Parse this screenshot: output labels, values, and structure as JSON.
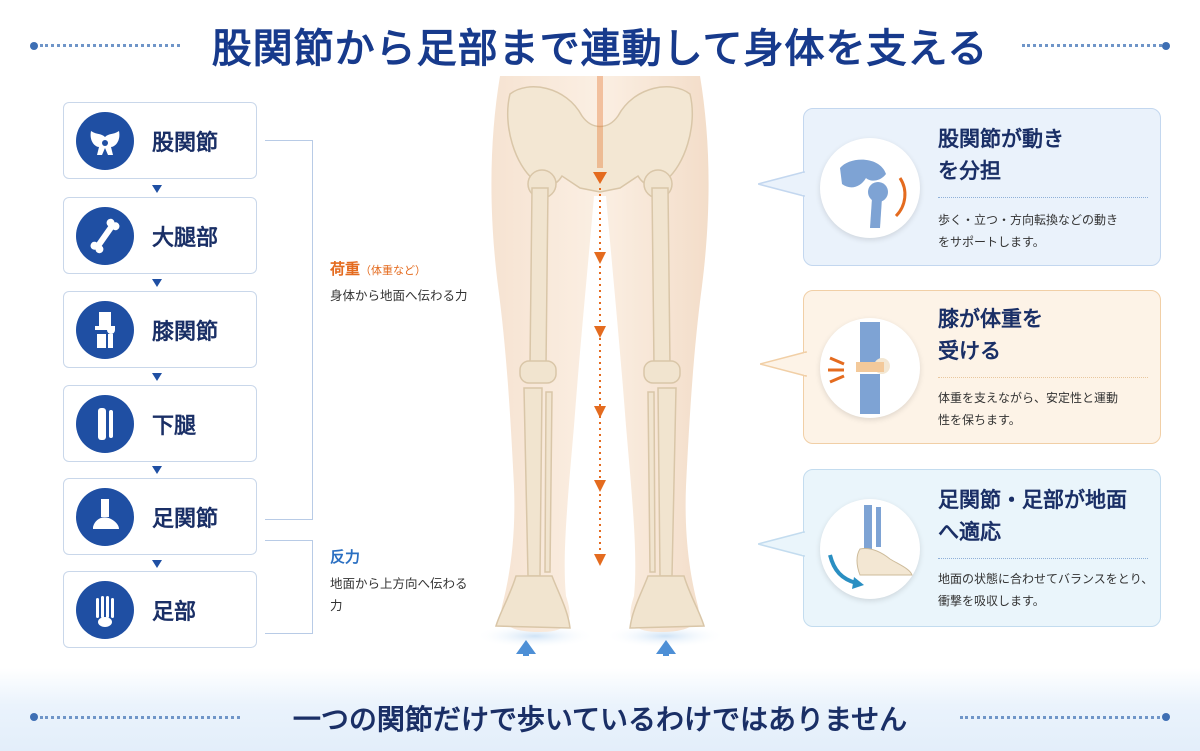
{
  "title": "股関節から足部まで連動して身体を支える",
  "chain": [
    {
      "label": "股関節",
      "icon": "pelvis-icon"
    },
    {
      "label": "大腿部",
      "icon": "femur-icon"
    },
    {
      "label": "膝関節",
      "icon": "knee-joint-icon"
    },
    {
      "label": "下腿",
      "icon": "lower-leg-icon"
    },
    {
      "label": "足関節",
      "icon": "ankle-icon"
    },
    {
      "label": "足部",
      "icon": "foot-bones-icon"
    }
  ],
  "load": {
    "title": "荷重",
    "sub": "（体重など）",
    "desc": "身体から地面へ伝わる力",
    "color": "#e46b1f"
  },
  "reaction": {
    "title": "反力",
    "desc": "地面から上方向へ伝わる力",
    "color": "#2a6fc2"
  },
  "cards": [
    {
      "title": "股関節が動きを分担",
      "desc": "歩く・立つ・方向転換などの動きをサポートします。",
      "icon": "hip-joint-icon"
    },
    {
      "title": "膝が体重を受ける",
      "desc": "体重を支えながら、安定性と運動性を保ちます。",
      "icon": "knee-icon"
    },
    {
      "title": "足関節・足部が地面へ適応",
      "desc": "地面の状態に合わせてバランスをとり、衝撃を吸収します。",
      "icon": "ankle-foot-icon"
    }
  ],
  "footer": "一つの関節だけで歩いているわけではありません",
  "colors": {
    "navy": "#1a2f66",
    "blue": "#1f4fa3",
    "orange": "#e46b1f",
    "accent_blue": "#2a6fc2"
  }
}
